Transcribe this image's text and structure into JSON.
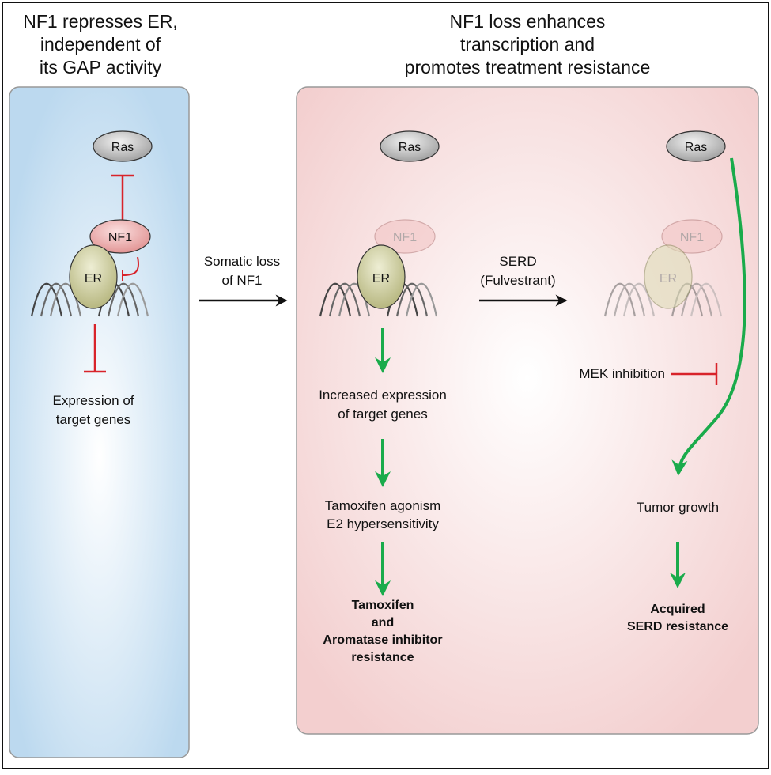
{
  "left_panel": {
    "title": [
      "NF1 represses ER,",
      "independent of",
      "its GAP activity"
    ],
    "ras": "Ras",
    "nf1": "NF1",
    "er": "ER",
    "output": [
      "Expression of",
      "target genes"
    ]
  },
  "transition_1": [
    "Somatic loss",
    "of NF1"
  ],
  "right_panel": {
    "title": [
      "NF1 loss enhances",
      "transcription and",
      "promotes treatment resistance"
    ],
    "middle": {
      "ras": "Ras",
      "nf1": "NF1",
      "er": "ER",
      "step1": [
        "Increased expression",
        "of target genes"
      ],
      "step2": [
        "Tamoxifen agonism",
        "E2 hypersensitivity"
      ],
      "result": [
        "Tamoxifen",
        "and",
        "Aromatase inhibitor",
        "resistance"
      ]
    },
    "transition_2": [
      "SERD",
      "(Fulvestrant)"
    ],
    "right": {
      "ras": "Ras",
      "nf1": "NF1",
      "er": "ER",
      "mek": "MEK inhibition",
      "step1": "Tumor growth",
      "result": [
        "Acquired",
        "SERD resistance"
      ]
    }
  },
  "colors": {
    "activation_arrow": "#1aab4b",
    "inhibition": "#d8232a",
    "left_panel_fill": "#bcd9ef",
    "right_panel_fill": "#f5d4d4",
    "ras_fill": "#b5b5b5",
    "nf1_fill": "#eaa4a4",
    "er_fill": "#c5c592"
  }
}
